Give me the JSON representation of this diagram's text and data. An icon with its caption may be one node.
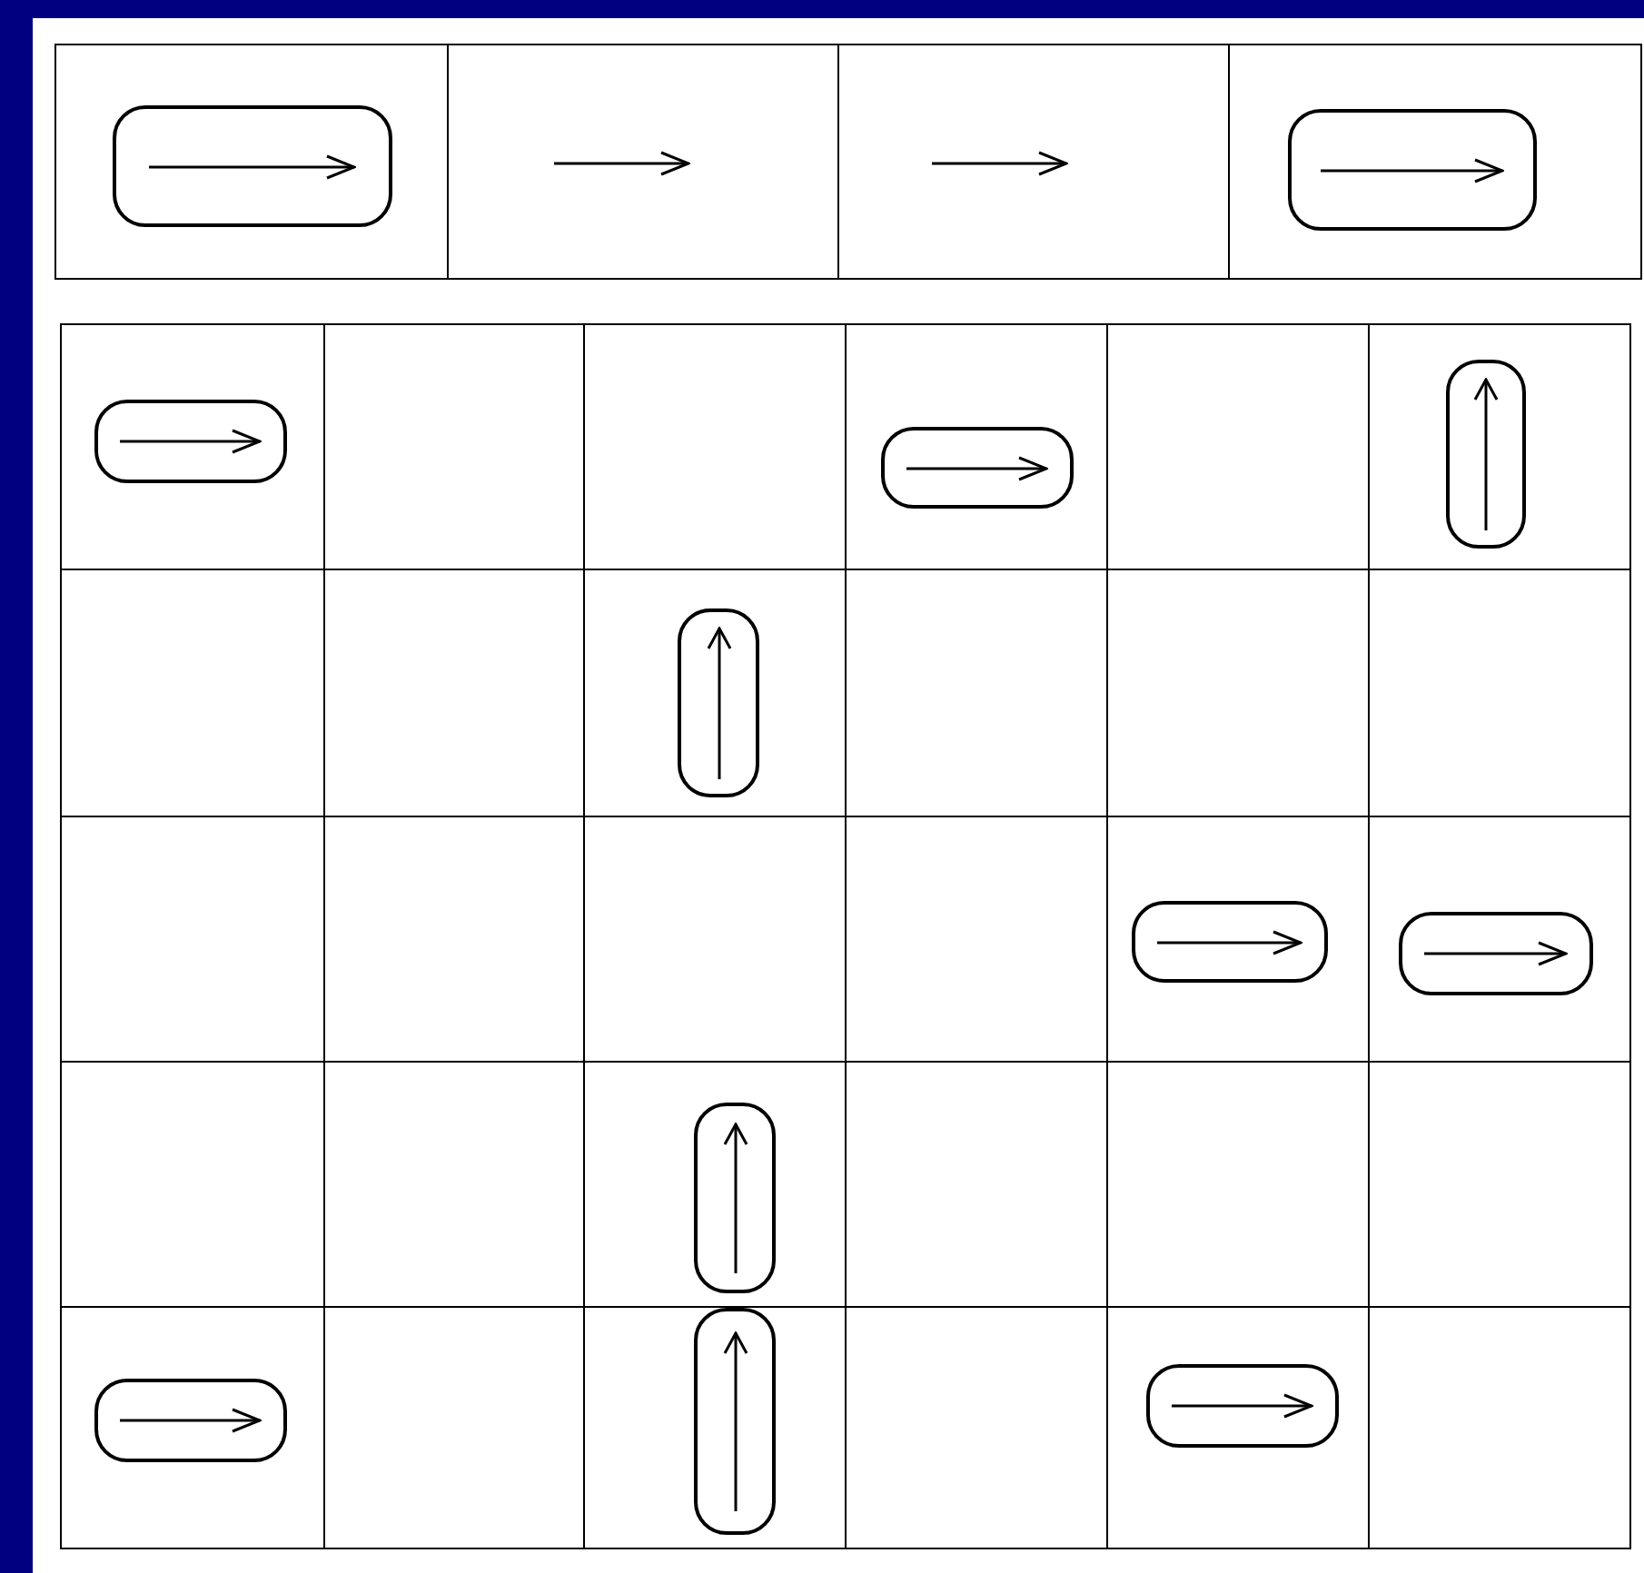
{
  "diagram": {
    "nodes": [
      {
        "text": [],
        "shape": "box"
      },
      {
        "text": [],
        "shape": "box"
      },
      {
        "text": [],
        "shape": "box"
      },
      {
        "text": [],
        "shape": "box"
      },
      {
        "text": [],
        "shape": "box"
      },
      {
        "text": [],
        "shape": "box"
      },
      {
        "text": [],
        "shape": "box"
      },
      {
        "text": [],
        "shape": "box"
      },
      {
        "text": [],
        "shape": "box"
      },
      {
        "text": [],
        "shape": "box"
      },
      {
        "text": [],
        "shape": "box"
      },
      {
        "text": [],
        "shape": "box"
      }
    ]
  }
}
